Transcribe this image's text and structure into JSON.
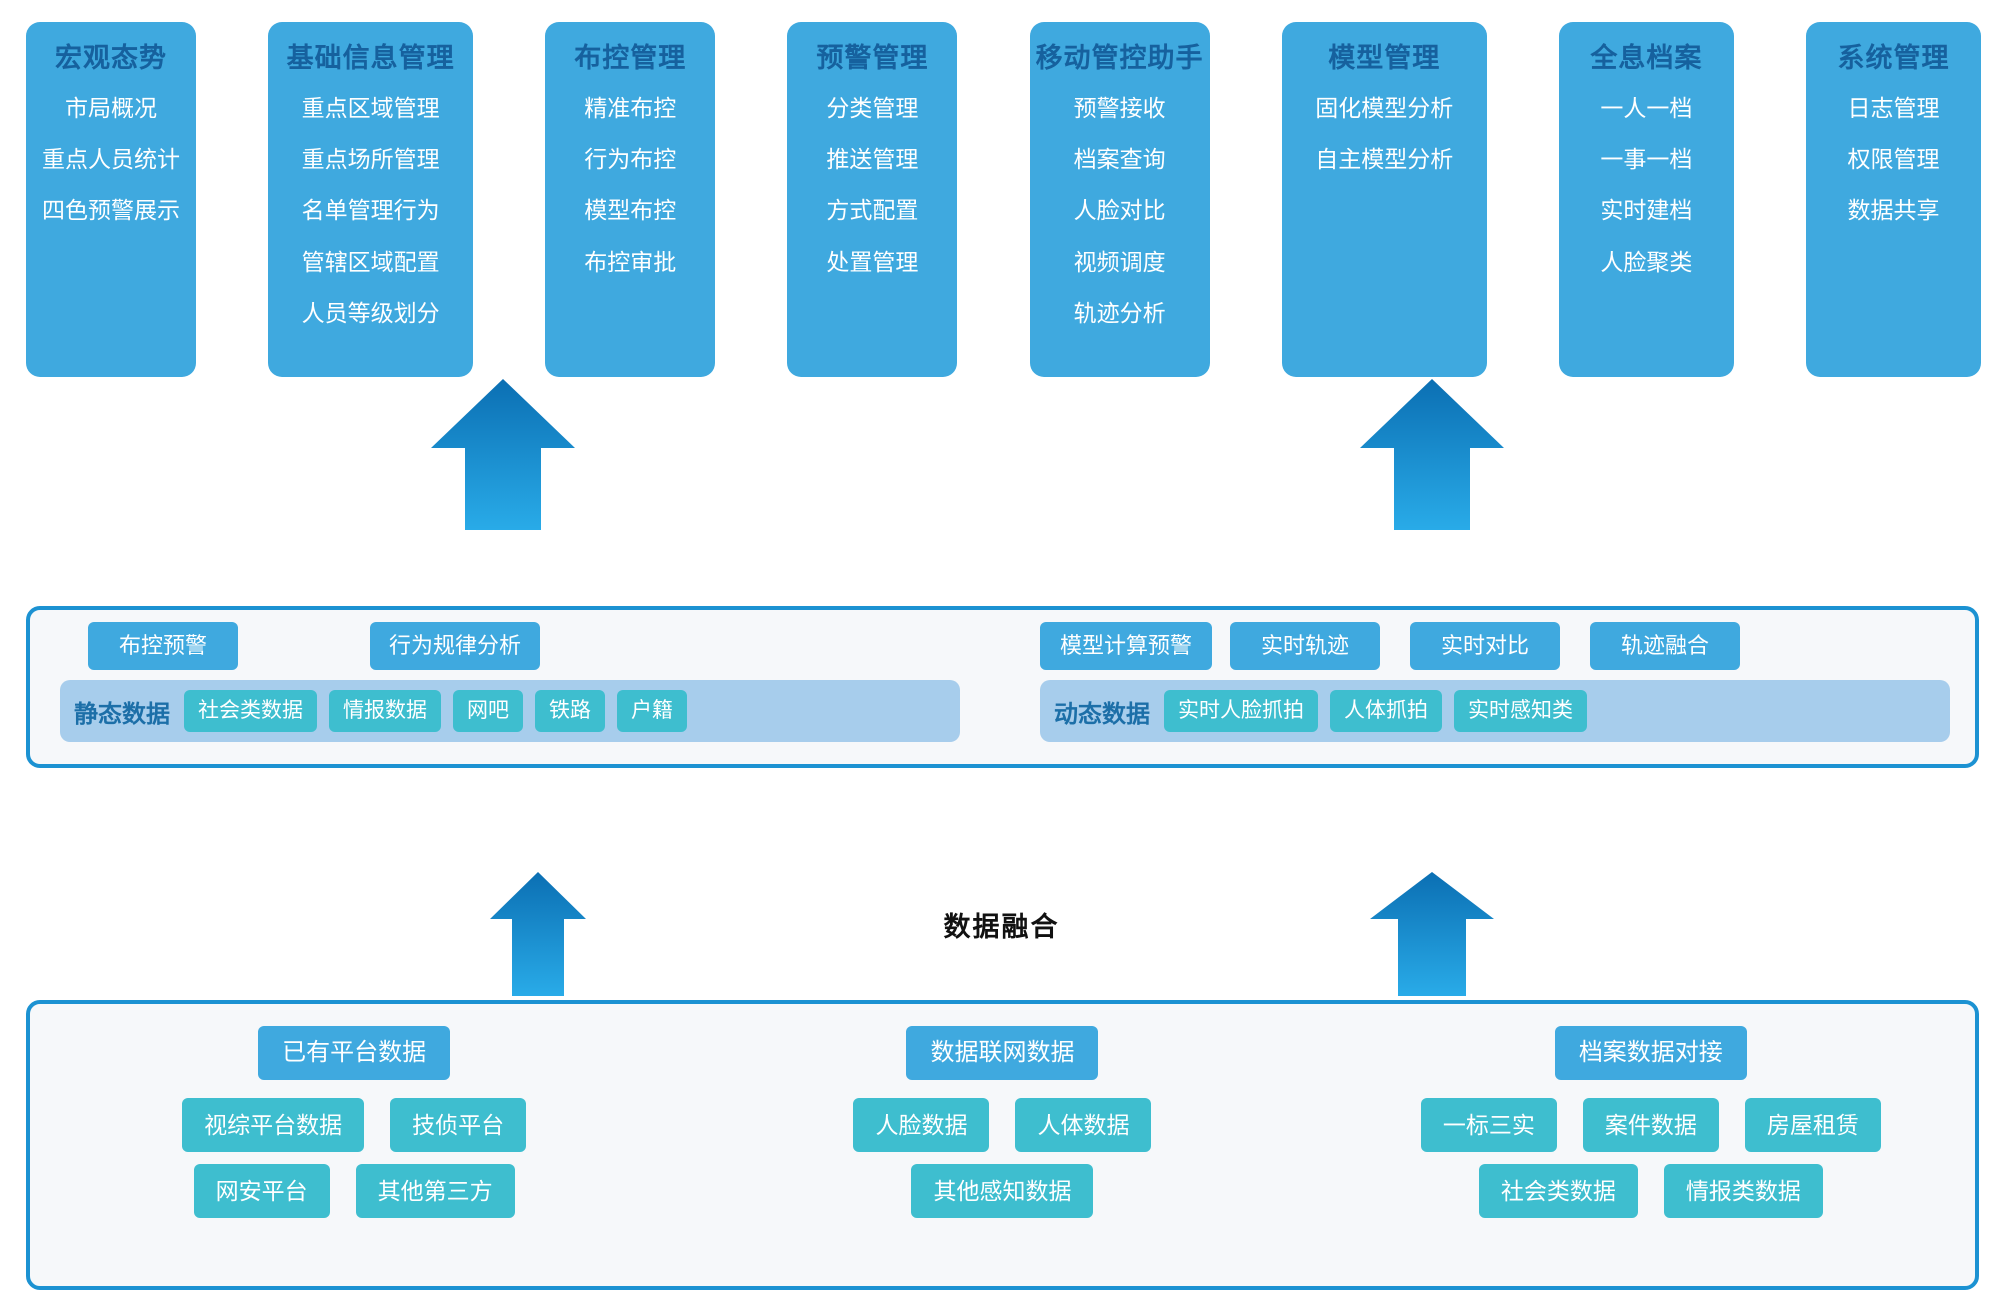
{
  "top_modules": [
    {
      "title": "宏观态势",
      "items": [
        "市局概况",
        "重点人员统计",
        "四色预警展示"
      ]
    },
    {
      "title": "基础信息管理",
      "items": [
        "重点区域管理",
        "重点场所管理",
        "名单管理行为",
        "管辖区域配置",
        "人员等级划分"
      ]
    },
    {
      "title": "布控管理",
      "items": [
        "精准布控",
        "行为布控",
        "模型布控",
        "布控审批"
      ]
    },
    {
      "title": "预警管理",
      "items": [
        "分类管理",
        "推送管理",
        "方式配置",
        "处置管理"
      ]
    },
    {
      "title": "移动管控助手",
      "items": [
        "预警接收",
        "档案查询",
        "人脸对比",
        "视频调度",
        "轨迹分析"
      ]
    },
    {
      "title": "模型管理",
      "items": [
        "固化模型分析",
        "自主模型分析"
      ]
    },
    {
      "title": "全息档案",
      "items": [
        "一人一档",
        "一事一档",
        "实时建档",
        "人脸聚类"
      ]
    },
    {
      "title": "系统管理",
      "items": [
        "日志管理",
        "权限管理",
        "数据共享"
      ]
    }
  ],
  "fusion": {
    "left": {
      "analysis": [
        "布控预警",
        "行为规律分析"
      ],
      "data_label": "静态数据",
      "data_chips": [
        "社会类数据",
        "情报数据",
        "网吧",
        "铁路",
        "户籍"
      ]
    },
    "right": {
      "analysis": [
        "模型计算预警",
        "实时轨迹",
        "实时对比",
        "轨迹融合"
      ],
      "data_label": "动态数据",
      "data_chips": [
        "实时人脸抓拍",
        "人体抓拍",
        "实时感知类"
      ]
    }
  },
  "fusion_label": "数据融合",
  "sources": [
    {
      "head": "已有平台数据",
      "rows": [
        [
          "视综平台数据",
          "技侦平台"
        ],
        [
          "网安平台",
          "其他第三方"
        ]
      ]
    },
    {
      "head": "数据联网数据",
      "rows": [
        [
          "人脸数据",
          "人体数据"
        ],
        [
          "其他感知数据"
        ]
      ]
    },
    {
      "head": "档案数据对接",
      "rows": [
        [
          "一标三实",
          "案件数据",
          "房屋租赁"
        ],
        [
          "社会类数据",
          "情报类数据"
        ]
      ]
    }
  ],
  "colors": {
    "card_blue": "#3FA9DF",
    "title_blue": "#16619E",
    "border_blue": "#1C92D2",
    "strip_blue": "#A7CDEC",
    "chip_teal": "#3EBECF",
    "panel_bg": "#F6F8FA",
    "arrow_top": "#0B6FB3",
    "arrow_bottom": "#29ABE8"
  },
  "arrows": [
    {
      "name": "arrow-fusion-to-bukong",
      "label": "up-arrow"
    },
    {
      "name": "arrow-fusion-to-model",
      "label": "up-arrow"
    },
    {
      "name": "arrow-source-to-fusion-left",
      "label": "up-arrow"
    },
    {
      "name": "arrow-source-to-fusion-right",
      "label": "up-arrow"
    }
  ]
}
